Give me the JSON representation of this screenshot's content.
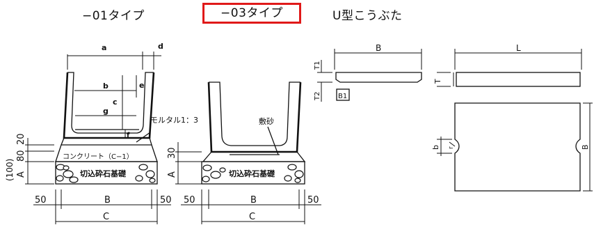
{
  "headers": {
    "type01": "−01タイプ",
    "type03": "−03タイプ",
    "ugata": "U型こうぶた"
  },
  "type01": {
    "dim_a": "a",
    "dim_b": "b",
    "dim_c": "c",
    "dim_d": "d",
    "dim_e": "e",
    "dim_f": "f",
    "dim_g": "g",
    "mortar": "モルタル1：3",
    "concrete": "コンクリート（C−1）",
    "gravel": "切込砕石基礎",
    "dim_20": "20",
    "dim_80": "80",
    "dim_100": "(100)",
    "dim_A": "A",
    "dim_left": "50",
    "dim_B": "B",
    "dim_right": "50",
    "dim_C": "C"
  },
  "type03": {
    "sand": "敷砂",
    "gravel": "切込砕石基礎",
    "dim_30": "30",
    "dim_A": "A",
    "dim_left": "50",
    "dim_B": "B",
    "dim_right": "50",
    "dim_C": "C"
  },
  "cover": {
    "dim_B": "B",
    "dim_T1": "T1",
    "dim_T2": "T2",
    "dim_B1": "B1",
    "dim_L": "L",
    "dim_T": "T",
    "dim_b": "b",
    "dim_r": "r",
    "dim_B_side": "B"
  }
}
